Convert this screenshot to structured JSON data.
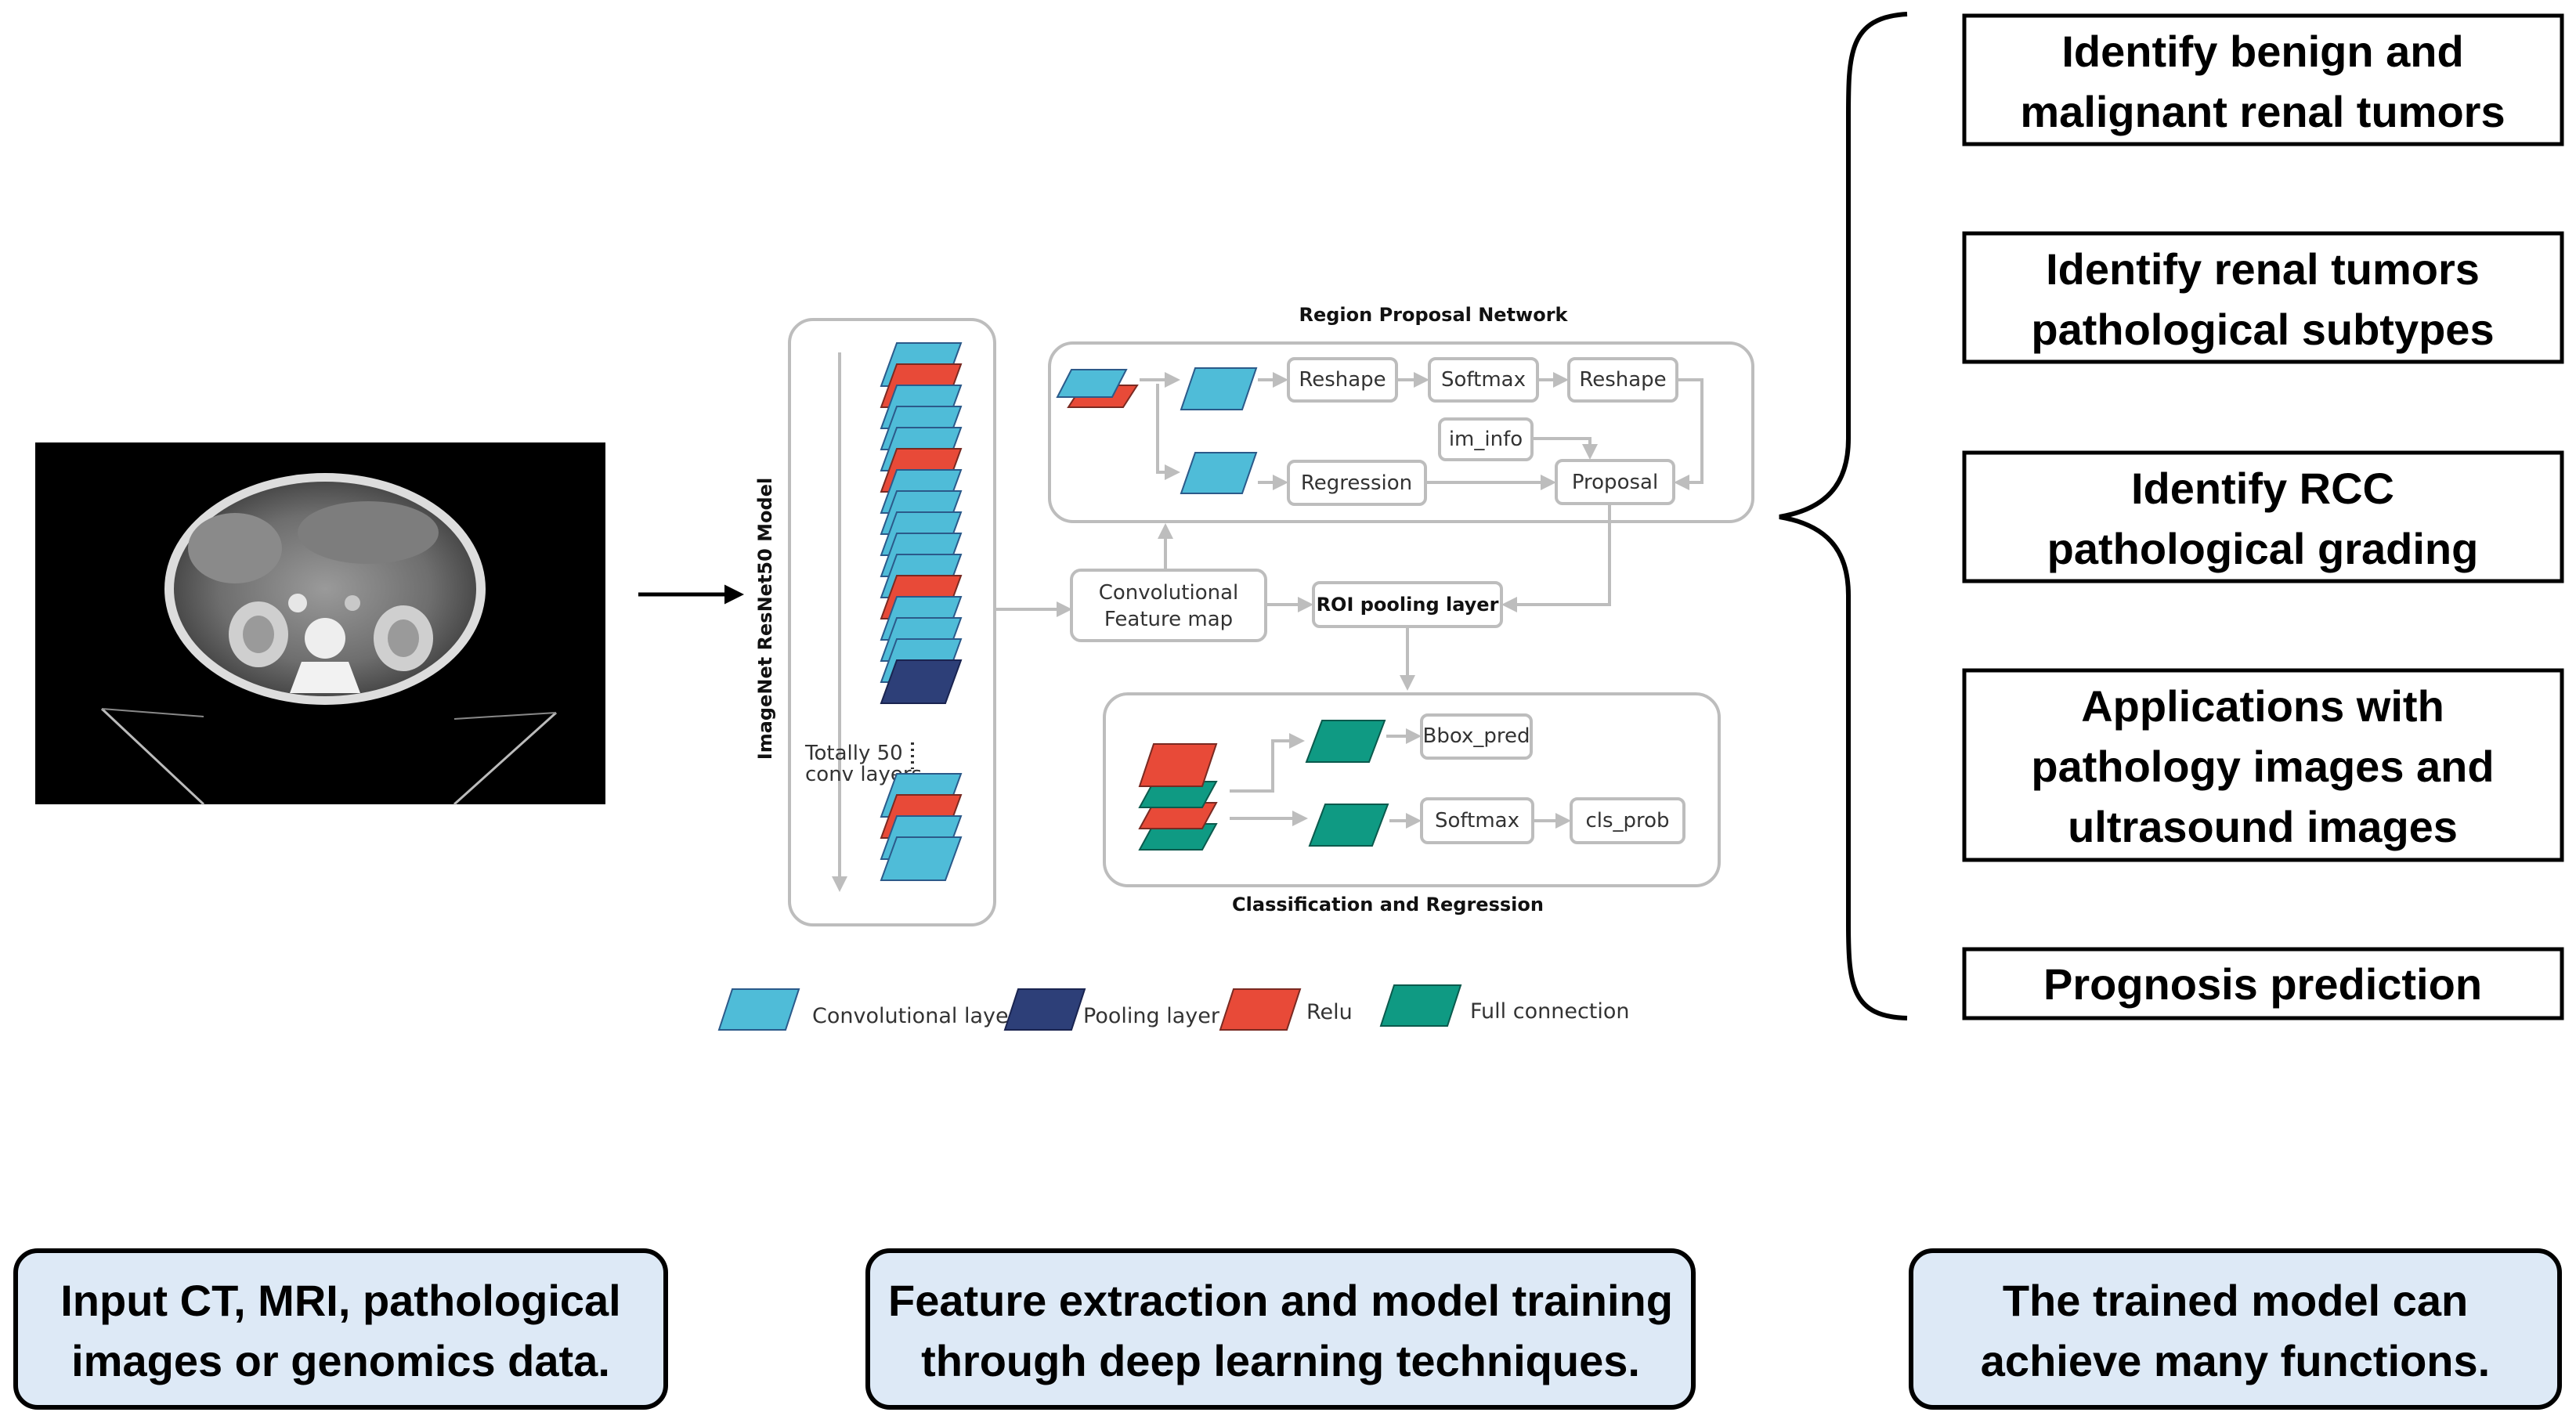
{
  "diagram": {
    "model_label": "ImageNet ResNet50 Model",
    "totally_label": [
      "Totally 50",
      "conv layers"
    ],
    "rpn_title": "Region Proposal Network",
    "rpn_nodes": {
      "reshape1": "Reshape",
      "softmax": "Softmax",
      "reshape2": "Reshape",
      "im_info": "im_info",
      "regression": "Regression",
      "proposal": "Proposal"
    },
    "conv_feature_map": [
      "Convolutional",
      "Feature map"
    ],
    "roi_pooling": "ROI pooling layer",
    "cls_title": "Classification and Regression",
    "cls_nodes": {
      "bbox_pred": "Bbox_pred",
      "softmax": "Softmax",
      "cls_prob": "cls_prob"
    },
    "legend": [
      {
        "label": "Convolutional layer",
        "color": "#4fbcd8"
      },
      {
        "label": "Pooling layer",
        "color": "#2d3f78"
      },
      {
        "label": "Relu",
        "color": "#e84a38"
      },
      {
        "label": "Full connection",
        "color": "#0f9a83"
      }
    ]
  },
  "functions": [
    [
      "Identify benign and",
      "malignant renal tumors"
    ],
    [
      "Identify renal tumors",
      "pathological subtypes"
    ],
    [
      "Identify RCC",
      "pathological grading"
    ],
    [
      "Applications with",
      "pathology images and",
      "ultrasound images"
    ],
    [
      "Prognosis prediction"
    ]
  ],
  "bottom_boxes": [
    [
      "Input CT, MRI, pathological",
      "images or genomics data."
    ],
    [
      "Feature extraction and model training",
      "through deep learning techniques."
    ],
    [
      "The trained model can",
      "achieve many functions."
    ]
  ],
  "colors": {
    "bottom_box_fill": "#dde9f6",
    "conv": "#4fbcd8",
    "pool": "#2d3f78",
    "relu": "#e84a38",
    "full": "#0f9a83"
  }
}
